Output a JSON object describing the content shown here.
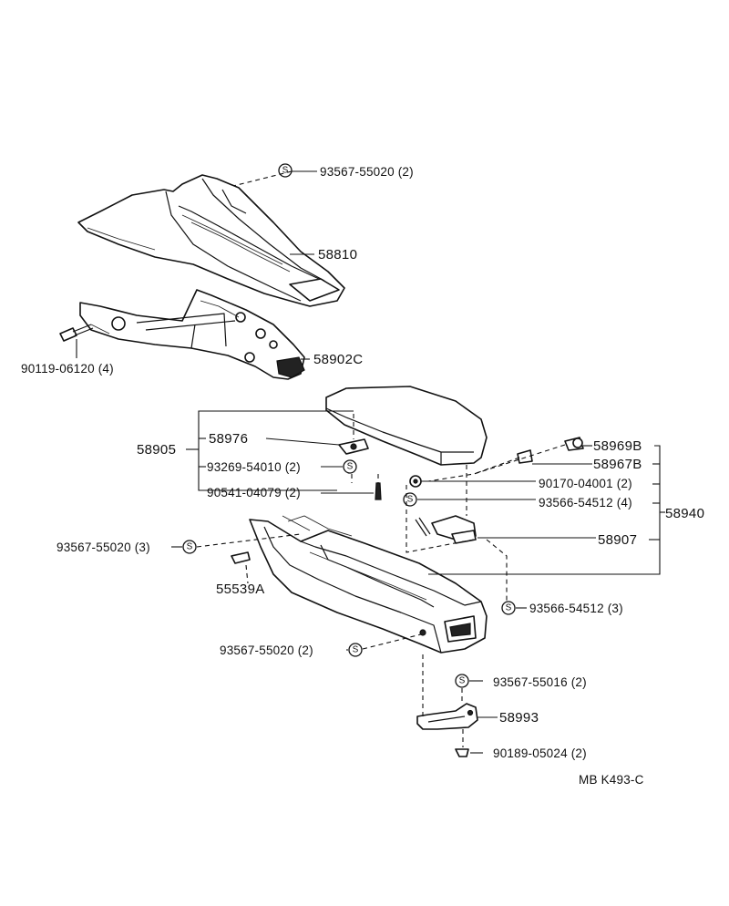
{
  "diagram": {
    "callouts": {
      "p58810": "58810",
      "p93567_55020_a": "93567-55020 (2)",
      "p58902C": "58902C",
      "p90119_06120": "90119-06120 (4)",
      "p58905": "58905",
      "p58976": "58976",
      "p93269_54010": "93269-54010 (2)",
      "p90541_04079": "90541-04079 (2)",
      "p93567_55020_b": "93567-55020 (3)",
      "p55539A": "55539A",
      "p58969B": "58969B",
      "p58967B": "58967B",
      "p90170_04001": "90170-04001 (2)",
      "p93566_54512_a": "93566-54512 (4)",
      "p58940": "58940",
      "p58907": "58907",
      "p93566_54512_b": "93566-54512 (3)",
      "p93567_55020_c": "93567-55020 (2)",
      "p93567_55016": "93567-55016 (2)",
      "p58993": "58993",
      "p90189_05024": "90189-05024 (2)"
    },
    "symbol": "S",
    "ref_code": "MB K493-C"
  }
}
